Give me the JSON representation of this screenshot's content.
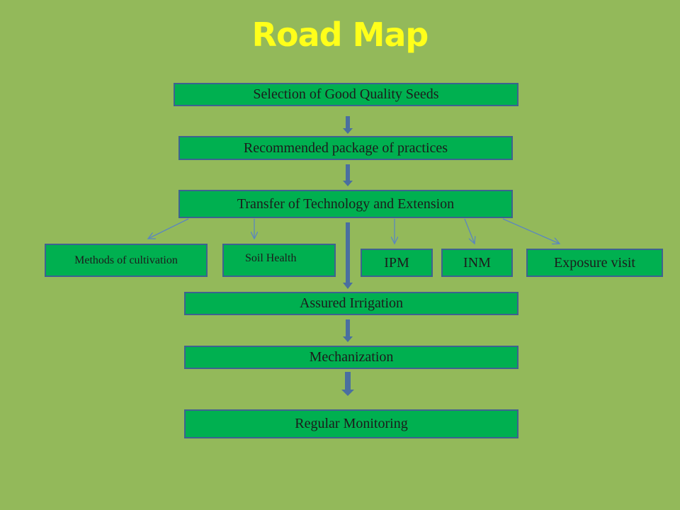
{
  "title": "Road Map",
  "colors": {
    "background": "#93b95a",
    "title": "#ffff1a",
    "box_fill": "#00b050",
    "box_border": "#3e6290",
    "arrow_thick": "#4a6fa0",
    "arrow_thin": "#5b86c0"
  },
  "steps": {
    "seeds": "Selection of Good Quality Seeds",
    "package": "Recommended package of practices",
    "transfer": "Transfer of Technology and Extension",
    "irrigation": "Assured Irrigation",
    "mechanization": "Mechanization",
    "monitoring": "Regular Monitoring"
  },
  "branches": {
    "methods": "Methods of cultivation",
    "soil": "Soil Health",
    "ipm": "IPM",
    "inm": "INM",
    "exposure": "Exposure visit"
  }
}
